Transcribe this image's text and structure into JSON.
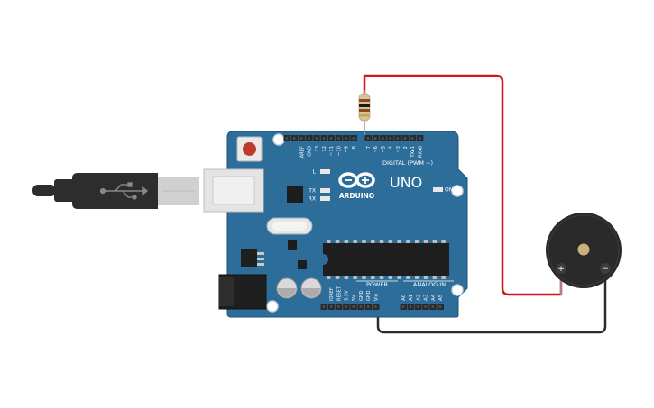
{
  "board": {
    "logo_text": "ARDUINO",
    "model_text": "UNO",
    "digital_header_label": "DIGITAL (PWM ~)",
    "digital_pin_labels": [
      "AREF",
      "GND",
      "13",
      "12",
      "~11",
      "~10",
      "~9",
      "8",
      "7",
      "~6",
      "~5",
      "4",
      "~3",
      "2",
      "TX▸1",
      "RX◂0"
    ],
    "led_labels": [
      "L",
      "TX",
      "RX"
    ],
    "on_label": "ON",
    "power_label": "POWER",
    "analog_label": "ANALOG IN",
    "power_pin_labels": [
      "IOREF",
      "RESET",
      "3.3V",
      "5V",
      "GND",
      "GND",
      "Vin"
    ],
    "analog_pin_labels": [
      "A0",
      "A1",
      "A2",
      "A3",
      "A4",
      "A5"
    ]
  },
  "buzzer": {
    "plus_label": "+",
    "minus_label": "−"
  },
  "colors": {
    "board": "#2C6D99",
    "board_edge": "#1F5279",
    "header": "#2A2A2A",
    "wire_red": "#D0161B",
    "wire_black": "#2B2B2B",
    "usb_cable": "#2D2D2D",
    "usb_metal": "#D0D0D0",
    "reset_button": "#C0392B",
    "buzzer_body": "#2A2A2A",
    "buzzer_center": "#C8B27A"
  }
}
